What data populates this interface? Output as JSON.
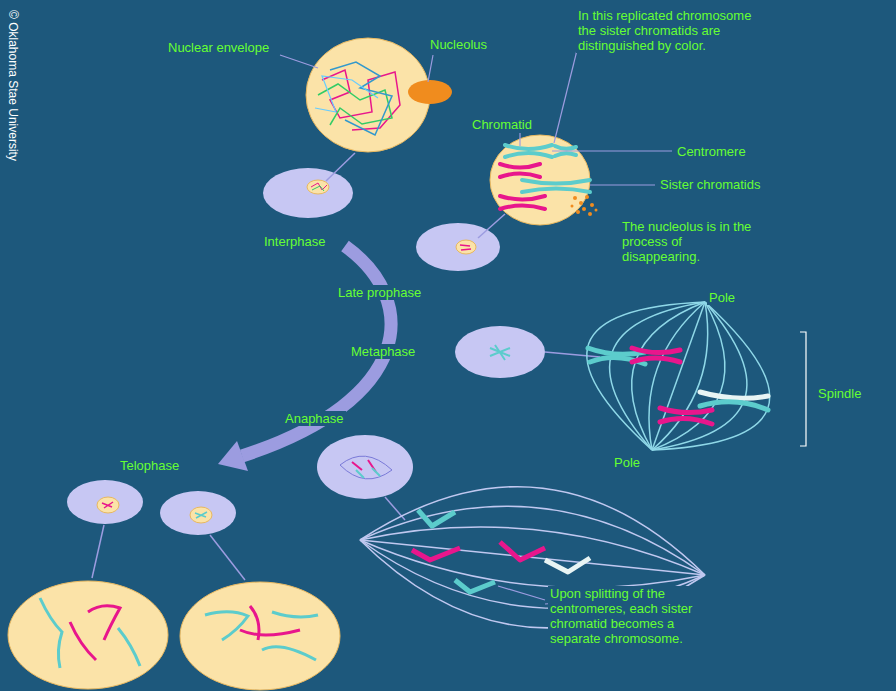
{
  "diagram": {
    "labels": [
      "© Oklahoma Stae University",
      "Nuclear envelope",
      "Nucleolus",
      "In this replicated chromosome the sister chromatids are distinguished by color.",
      "Chromatid",
      "Centromere",
      "Sister chromatids",
      "The nucleolus is in the process of disappearing.",
      "Interphase",
      "Late prophase",
      "Metaphase",
      "Pole",
      "Spindle",
      "Pole",
      "Anaphase",
      "Telophase",
      "Upon splitting of the centromeres, each sister chromatid becomes a separate chromosome."
    ]
  }
}
